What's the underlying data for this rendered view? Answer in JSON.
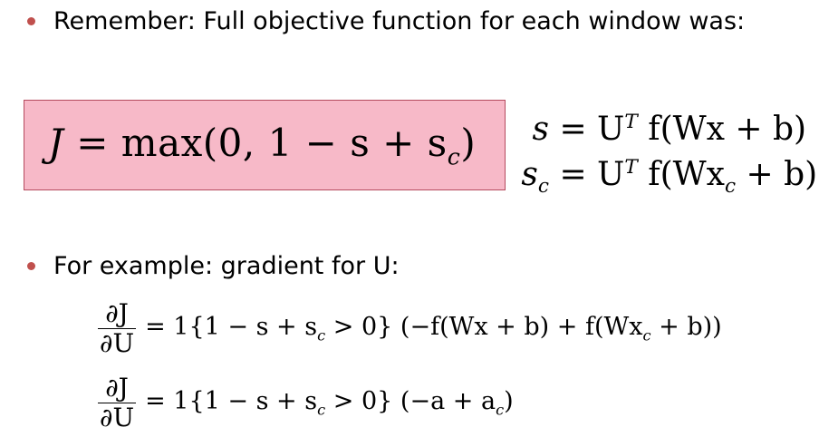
{
  "bullets": [
    {
      "text": "Remember: Full objective function for each window was:"
    },
    {
      "text": "For example: gradient for U:"
    }
  ],
  "colors": {
    "bullet": "#c0504d",
    "box_fill": "#f7b9c8",
    "box_border": "#b54a5e"
  },
  "objective": {
    "lhs": "J",
    "rhs": "= max(0, 1 − s + s",
    "sub": "c",
    "close": ")"
  },
  "definitions": [
    {
      "lhs": "s",
      "rhs_pre": "= U",
      "sup": "T",
      "rhs_post": " f(Wx + b)"
    },
    {
      "lhs": "s",
      "lhs_sub": "c",
      "rhs_pre": "= U",
      "sup": "T",
      "rhs_post": " f(Wx",
      "inner_sub": "c",
      "tail": " + b)"
    }
  ],
  "gradients": [
    {
      "num": "∂J",
      "den": "∂U",
      "rhs_a": "= 1{1 − s + s",
      "sub_a": "c",
      "rhs_b": " > 0} (−f(Wx + b) + f(Wx",
      "sub_b": "c",
      "rhs_c": " + b))"
    },
    {
      "num": "∂J",
      "den": "∂U",
      "rhs_a": "= 1{1 − s + s",
      "sub_a": "c",
      "rhs_b": " > 0} (−a + a",
      "sub_b": "c",
      "rhs_c": ")"
    }
  ]
}
